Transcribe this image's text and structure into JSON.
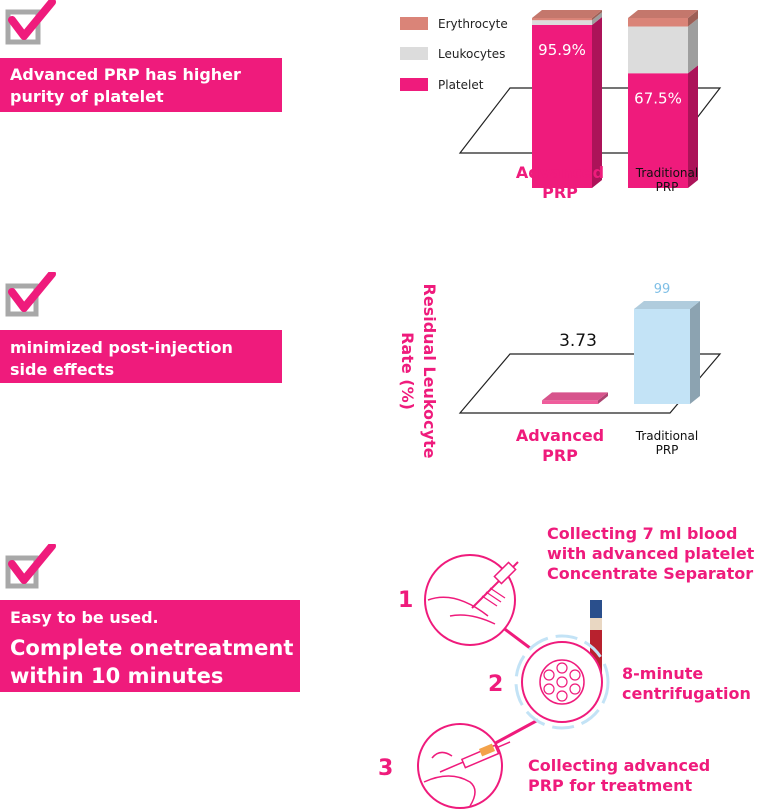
{
  "colors": {
    "accent": "#ef1b7c",
    "erythrocyte": "#da8478",
    "leukocytes": "#dcdcdc",
    "platelet": "#ef1b7c",
    "light_blue": "#c3e3f6"
  },
  "sections": {
    "purity": {
      "banner_lines": [
        "Advanced PRP has higher",
        "purity of platelet"
      ]
    },
    "side_effects": {
      "banner_lines": [
        "minimized post-injection",
        "side effects"
      ]
    },
    "ease": {
      "banner_line1": "Easy to be used.",
      "banner_line2": [
        "Complete onetreatment",
        "within 10 minutes"
      ]
    }
  },
  "chart_data": [
    {
      "type": "bar",
      "legend": [
        "Erythrocyte",
        "Leukocytes",
        "Platelet"
      ],
      "categories": [
        {
          "lines": [
            "Advanced",
            "PRP"
          ]
        },
        {
          "lines": [
            "Traditional",
            "PRP"
          ]
        }
      ],
      "series": [
        {
          "name": "Platelet",
          "values": [
            95.9,
            67.5
          ]
        },
        {
          "name": "Leukocytes",
          "values": [
            2.8,
            27.5
          ]
        },
        {
          "name": "Erythrocyte",
          "values": [
            1.3,
            5.0
          ]
        }
      ],
      "data_labels": [
        "95.9%",
        "67.5%"
      ],
      "stacked": true
    },
    {
      "type": "bar",
      "ylabel_lines": [
        "Residual Leukocyte",
        "Rate (%)"
      ],
      "categories": [
        {
          "lines": [
            "Advanced",
            "PRP"
          ]
        },
        {
          "lines": [
            "Traditional",
            "PRP"
          ]
        }
      ],
      "values": [
        3.73,
        99
      ],
      "data_labels": [
        "3.73",
        "99"
      ]
    }
  ],
  "steps": [
    {
      "number": "1",
      "lines": [
        "Collecting 7 ml blood",
        "with advanced platelet",
        "Concentrate Separator"
      ]
    },
    {
      "number": "2",
      "lines": [
        "8-minute",
        "centrifugation"
      ]
    },
    {
      "number": "3",
      "lines": [
        "Collecting advanced",
        "PRP for treatment"
      ]
    }
  ]
}
